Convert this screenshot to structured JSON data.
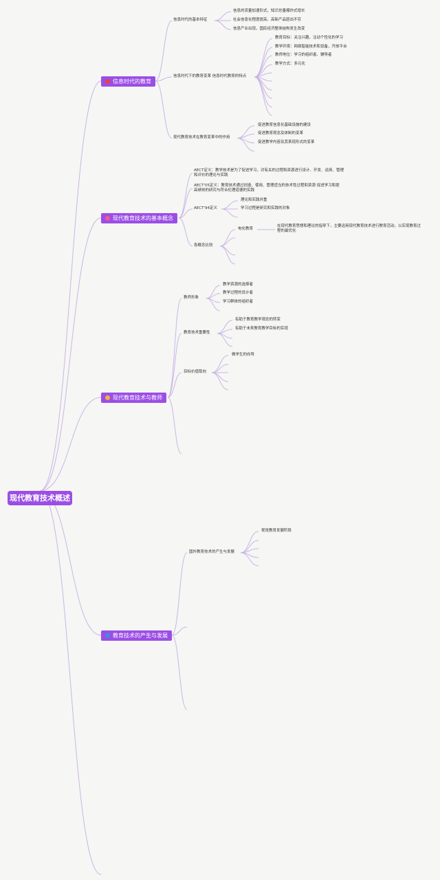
{
  "title": "现代教育技术概述",
  "colors": {
    "node": "#9b4ee6",
    "edge": "#c9b5e6",
    "text": "#333333",
    "background": "#f6f6f4"
  },
  "branches": [
    {
      "label": "信息时代的教育",
      "icon": "red-circle-icon",
      "children": [
        {
          "label": "信息时代的基本特征",
          "items": [
            "信息的流量加速形式，知识总量爆炸式增长",
            "社会信息化程度提高，高新产品层出不穷",
            "信息产业出现，国民经济整体结构发生改变"
          ]
        },
        {
          "label": "信息时代下的教育变革 信息时代教育的特点",
          "items": [
            "教育目标：关注兴趣，注动个性化的学习",
            "教学环境：网络智能技术和设备，开放平台",
            "教师地位：学习的组织者、辅导者",
            "教学方式：多元化"
          ]
        },
        {
          "label": "现代教育技术在教育变革中的作用",
          "items": [
            "促进教育信息化基础设施的建设",
            "促进教育观念及体制的变革",
            "促进教学内容及其表现形式的变革"
          ]
        }
      ]
    },
    {
      "label": "现代教育技术的基本概念",
      "icon": "pink-circle-icon",
      "children": [
        {
          "label": "AECT定义：教学技术是为了促进学习，对有关的过程和资源进行设计、开发、运用、管理和评价的理论与实践"
        },
        {
          "label": "AECT'05定义：教育技术通过创造、使用、管理适当的技术性过程和资源 促进学习和提高绩效的研究与符合伦理道德的实践"
        },
        {
          "label": "AECT'94定义",
          "items": [
            "理论和实践并重",
            "学习过程是研究和实践的对象"
          ]
        },
        {
          "label": "各概念比较",
          "sub": "电化教育",
          "desc": "在现代教育思想和理论的指导下，主要运用现代教育技术进行教育活动，以实现教育过程的最优化"
        }
      ]
    },
    {
      "label": "现代教育技术与教师",
      "icon": "palette-icon",
      "children": [
        {
          "label": "教师形象",
          "items": [
            "教学资源的选择者",
            "教学过程的设计者",
            "学习群体的组织者"
          ]
        },
        {
          "label": "教育技术重要性",
          "items": [
            "有助于教育教学观念的转变",
            "有助于未来教育教学目标的实现"
          ]
        },
        {
          "label": "目标价值取向",
          "items": [
            "做学生的向导"
          ]
        }
      ]
    },
    {
      "label": "教育技术的产生与发展",
      "icon": "blue-circle-icon",
      "children": [
        {
          "label": "国外教育技术的产生与发展",
          "items": [
            "视觉教育发展阶段"
          ]
        }
      ]
    }
  ]
}
